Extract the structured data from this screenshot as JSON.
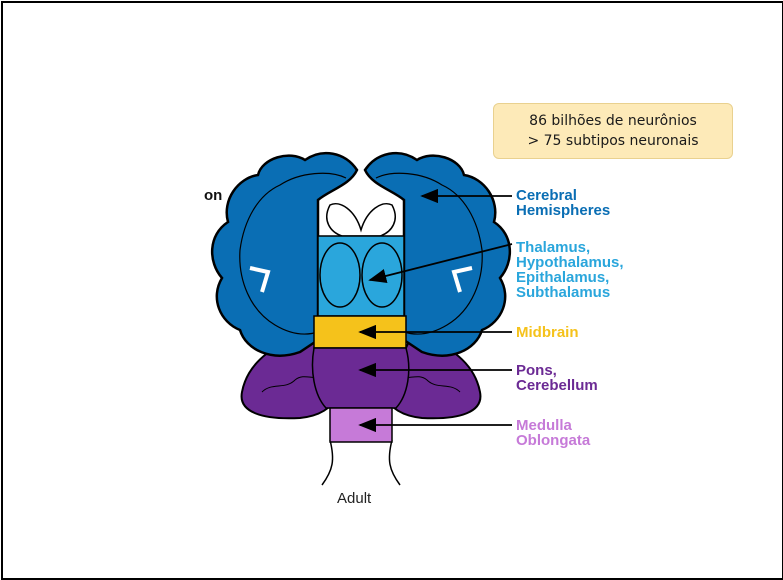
{
  "callout": {
    "line1": "86 bilhões de neurônios",
    "line2": "> 75 subtipos neuronais"
  },
  "diagram": {
    "partial_label": "on",
    "caption": "Adult",
    "regions": [
      {
        "id": "cerebral",
        "label": "Cerebral\nHemispheres",
        "color": "#0a6eb4"
      },
      {
        "id": "thalamus",
        "label": "Thalamus,\nHypothalamus,\nEpithalamus,\nSubthalamus",
        "color": "#2aa6dc"
      },
      {
        "id": "midbrain",
        "label": "Midbrain",
        "color": "#f5c21b"
      },
      {
        "id": "pons",
        "label": "Pons,\nCerebellum",
        "color": "#6b2a94"
      },
      {
        "id": "medulla",
        "label": "Medulla\nOblongata",
        "color": "#c67ad8"
      }
    ]
  }
}
